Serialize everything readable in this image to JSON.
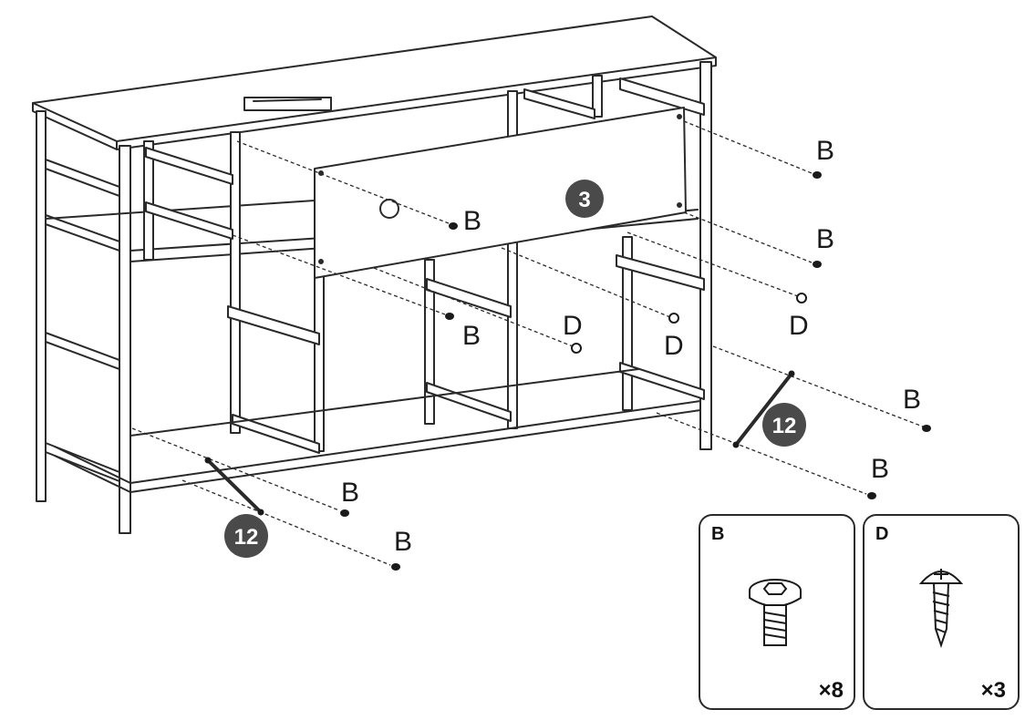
{
  "callouts": {
    "panel_step": "3",
    "left_brace_step": "12",
    "right_brace_step": "12"
  },
  "labels": {
    "b1": "B",
    "b2": "B",
    "b3": "B",
    "b4": "B",
    "b5": "B",
    "b6": "B",
    "b7": "B",
    "b8": "B",
    "d1": "D",
    "d2": "D",
    "d3": "D"
  },
  "parts": {
    "b": {
      "label": "B",
      "qty": "×8",
      "icon": "hex-socket-screw-icon"
    },
    "d": {
      "label": "D",
      "qty": "×3",
      "icon": "phillips-wood-screw-icon"
    }
  },
  "colors": {
    "line": "#2a2a2a",
    "badge": "#4a4a4a",
    "screw": "#1a1a1a"
  }
}
